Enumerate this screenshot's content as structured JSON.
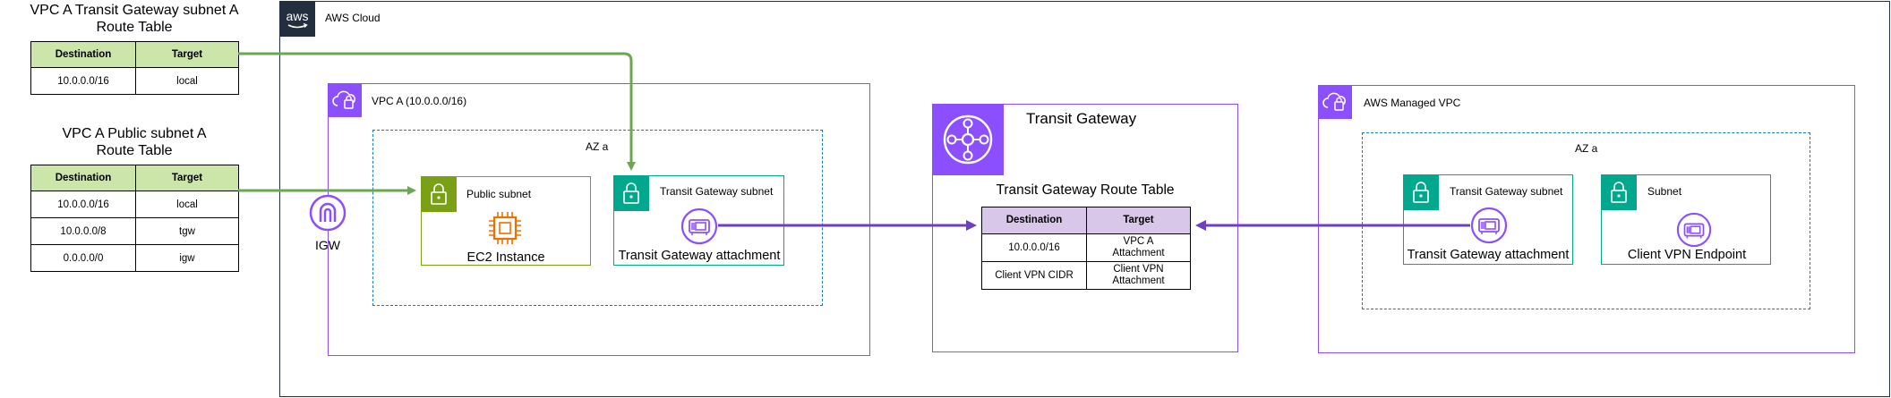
{
  "aws_cloud": {
    "label": "AWS Cloud",
    "logo_text": "aws"
  },
  "tables": {
    "tgw_subnet": {
      "title_line1": "VPC A Transit Gateway subnet A",
      "title_line2": "Route Table",
      "headers": [
        "Destination",
        "Target"
      ],
      "rows": [
        [
          "10.0.0.0/16",
          "local"
        ]
      ]
    },
    "public_subnet": {
      "title_line1": "VPC A Public subnet A",
      "title_line2": "Route Table",
      "headers": [
        "Destination",
        "Target"
      ],
      "rows": [
        [
          "10.0.0.0/16",
          "local"
        ],
        [
          "10.0.0.0/8",
          "tgw"
        ],
        [
          "0.0.0.0/0",
          "igw"
        ]
      ]
    },
    "transit_gateway": {
      "title": "Transit Gateway Route Table",
      "headers": [
        "Destination",
        "Target"
      ],
      "rows": [
        [
          "10.0.0.0/16",
          "VPC A",
          "Attachment"
        ],
        [
          "Client VPN CIDR",
          "Client VPN",
          "Attachment"
        ]
      ]
    }
  },
  "vpc_a": {
    "label": "VPC A (10.0.0.0/16)",
    "az_label": "AZ a",
    "igw_label": "IGW",
    "public_subnet_label": "Public subnet",
    "ec2_label": "EC2 Instance",
    "tgw_subnet_label": "Transit Gateway subnet",
    "tgw_attachment_label": "Transit Gateway attachment"
  },
  "transit_gateway": {
    "label": "Transit Gateway"
  },
  "managed_vpc": {
    "label": "AWS Managed VPC",
    "az_label": "AZ a",
    "tgw_subnet_label": "Transit Gateway subnet",
    "tgw_attachment_label": "Transit Gateway attachment",
    "subnet_label": "Subnet",
    "endpoint_label": "Client VPN Endpoint"
  },
  "colors": {
    "vpc_purple": "#8c4fff",
    "green": "#7aa116",
    "teal": "#01a88d",
    "orange": "#ed7100",
    "dark_navy": "#232f3e",
    "arrow_green": "#6aa84f",
    "arrow_purple": "#6f3fc2",
    "table_green": "#cce5a8",
    "table_purple": "#d9c7ea"
  }
}
